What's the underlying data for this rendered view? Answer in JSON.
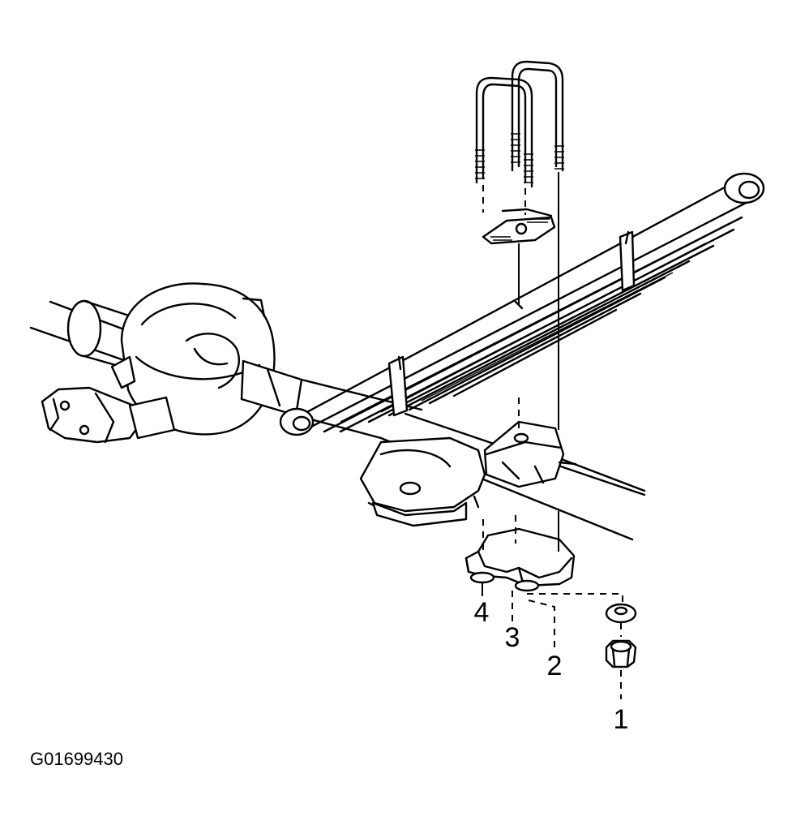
{
  "figure": {
    "id_label": "G01699430"
  },
  "callouts": [
    {
      "number": "1"
    },
    {
      "number": "2"
    },
    {
      "number": "3"
    },
    {
      "number": "4"
    }
  ],
  "colors": {
    "line": "#000000",
    "background": "#ffffff"
  }
}
